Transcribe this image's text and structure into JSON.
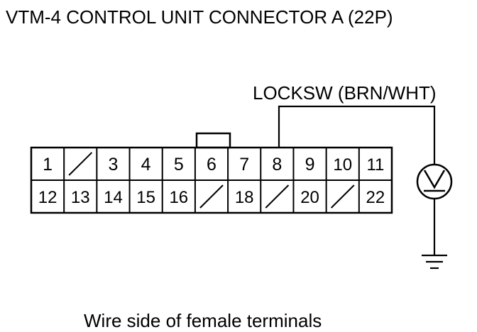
{
  "title": "VTM-4 CONTROL UNIT CONNECTOR A (22P)",
  "wire_label": "LOCKSW (BRN/WHT)",
  "caption": "Wire side of female terminals",
  "connector": {
    "row1": [
      "1",
      "",
      "3",
      "4",
      "5",
      "6",
      "7",
      "8",
      "9",
      "10",
      "11"
    ],
    "row2": [
      "12",
      "13",
      "14",
      "15",
      "16",
      "",
      "18",
      "",
      "20",
      "",
      "22"
    ]
  },
  "meter_symbol": "V",
  "colors": {
    "line": "#000000",
    "background": "#ffffff"
  }
}
